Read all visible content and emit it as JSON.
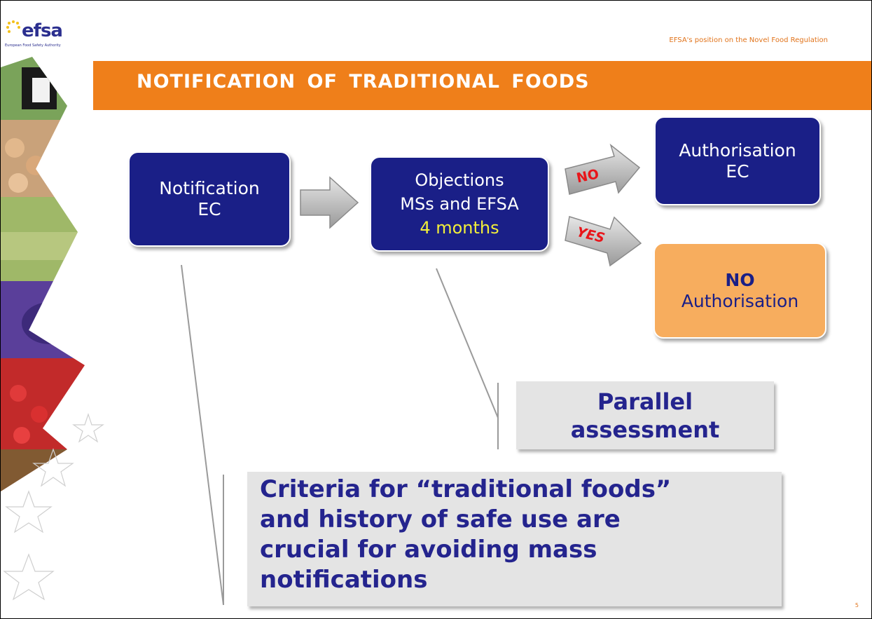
{
  "logo": {
    "word": "efsa",
    "subtitle": "European Food Safety Authority"
  },
  "header_note": "EFSA's position on the Novel Food Regulation",
  "title": "NOTIFICATION  OF TRADITIONAL  FOODS",
  "boxes": {
    "notification": {
      "line1": "Notification",
      "line2": "EC"
    },
    "objections": {
      "line1": "Objections",
      "line2": "MSs and EFSA",
      "line3": "4 months"
    },
    "authorisation": {
      "line1": "Authorisation",
      "line2": "EC"
    },
    "no_authorisation": {
      "line1": "NO",
      "line2": "Authorisation"
    }
  },
  "arrow_labels": {
    "no": "NO",
    "yes": "YES"
  },
  "parallel": {
    "line1": "Parallel",
    "line2": "assessment"
  },
  "criteria": {
    "line1": "Criteria for “traditional foods”",
    "line2": "and history of safe use are",
    "line3": "crucial for avoiding mass",
    "line4": "notifications"
  },
  "page_number": "5",
  "colors": {
    "title_bar": "#ef7f1a",
    "navy": "#1a1f87",
    "light_orange": "#f7ad5e",
    "text_blue": "#24248e",
    "arrow_label_red": "#e8151a"
  }
}
